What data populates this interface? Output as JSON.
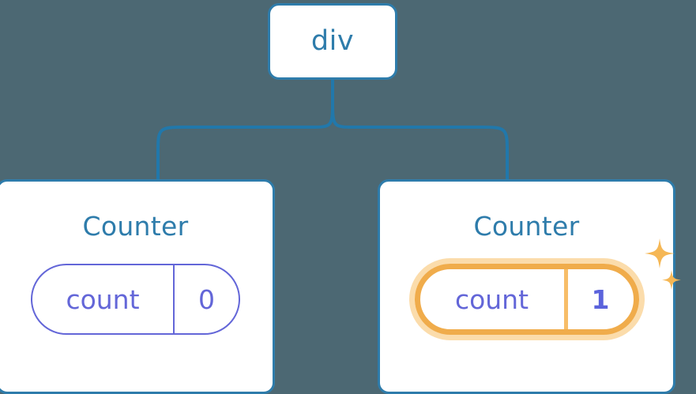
{
  "diagram": {
    "type": "component-tree",
    "background_color": "#4c6873",
    "accent_blue": "#2e7cab",
    "accent_purple": "#6366d8",
    "accent_orange": "#f0ac4b",
    "accent_orange_glow": "#fbdcab"
  },
  "root": {
    "label": "div"
  },
  "children": [
    {
      "title": "Counter",
      "state": {
        "key": "count",
        "value": "0",
        "highlighted": false
      }
    },
    {
      "title": "Counter",
      "state": {
        "key": "count",
        "value": "1",
        "highlighted": true
      },
      "sparkle_icons": [
        "sparkle-large",
        "sparkle-small"
      ]
    }
  ]
}
